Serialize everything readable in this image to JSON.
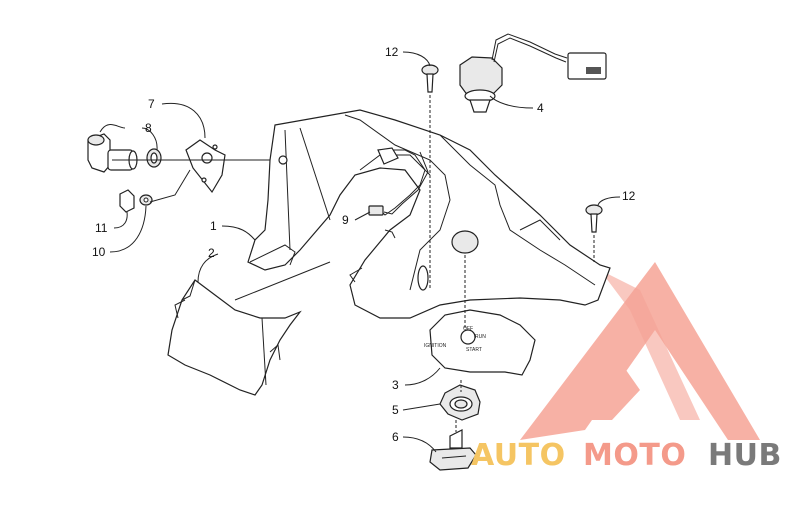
{
  "callouts": [
    {
      "id": "1",
      "text": "1"
    },
    {
      "id": "2",
      "text": "2"
    },
    {
      "id": "3",
      "text": "3"
    },
    {
      "id": "4",
      "text": "4"
    },
    {
      "id": "5",
      "text": "5"
    },
    {
      "id": "6",
      "text": "6"
    },
    {
      "id": "7",
      "text": "7"
    },
    {
      "id": "8",
      "text": "8"
    },
    {
      "id": "9",
      "text": "9"
    },
    {
      "id": "10",
      "text": "10"
    },
    {
      "id": "11",
      "text": "11"
    },
    {
      "id": "12a",
      "text": "12"
    },
    {
      "id": "12b",
      "text": "12"
    }
  ],
  "ignition_plate": {
    "off": "OFF",
    "run": "RUN",
    "ignition": "IGNITION",
    "start": "START"
  },
  "watermark": {
    "part_auto": "AUTO",
    "part_moto": "MOTO",
    "part_hub": "HUB",
    "colors": {
      "auto": "#f5c563",
      "moto": "#f49a8a",
      "hub": "#7a7a7a",
      "logo": "#f49a8a"
    }
  }
}
